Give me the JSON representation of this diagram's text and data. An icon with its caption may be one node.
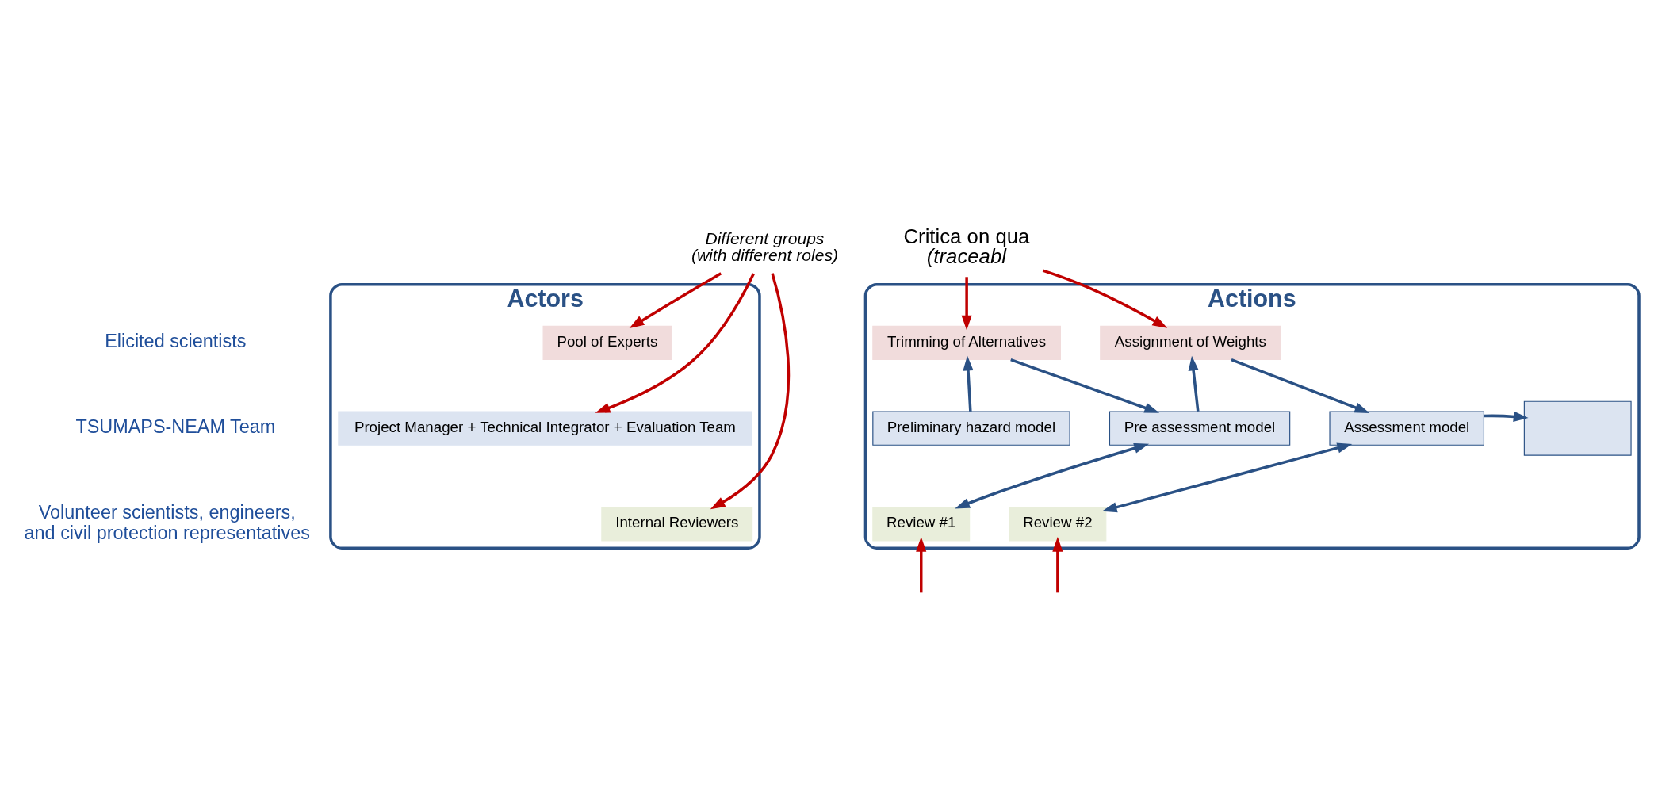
{
  "diagram": {
    "nodes": [
      {
        "text": [
          "Different groups",
          "(with different roles)"
        ]
      },
      {
        "text": [
          "Critica on qua",
          "(traceabl"
        ]
      },
      {
        "text": [
          "Actors"
        ]
      },
      {
        "text": [
          "Pool of Experts"
        ],
        "in": 2
      },
      {
        "text": [
          "Project Manager + Technical Integrator + Evaluation Team"
        ],
        "in": 2
      },
      {
        "text": [
          "Internal Reviewers"
        ],
        "in": 2
      },
      {
        "text": [
          "Actions"
        ]
      },
      {
        "text": [
          "Trimming of Alternatives"
        ],
        "in": 6
      },
      {
        "text": [
          "Assignment of Weights"
        ],
        "in": 6
      },
      {
        "text": [
          "Preliminary hazard model"
        ],
        "in": 6
      },
      {
        "text": [
          "Pre assessment model"
        ],
        "in": 6
      },
      {
        "text": [
          "Assessment model"
        ],
        "in": 6
      },
      {
        "text": [],
        "shape": "box",
        "in": 6
      },
      {
        "text": [
          "Review #1"
        ],
        "in": 6
      },
      {
        "text": [
          "Review #2"
        ],
        "in": 6
      }
    ],
    "edges": [
      {
        "from": 9,
        "to": 7,
        "arrow": "to"
      },
      {
        "from": 7,
        "to": 10,
        "arrow": "to"
      },
      {
        "from": 10,
        "to": 8,
        "arrow": "to"
      },
      {
        "from": 8,
        "to": 11,
        "arrow": "to"
      },
      {
        "from": 11,
        "to": 12,
        "arrow": "to"
      },
      {
        "from": 10,
        "to": 13,
        "arrow": "both"
      },
      {
        "from": 11,
        "to": 14,
        "arrow": "both"
      },
      {
        "from": 0,
        "to": 3,
        "arrow": "to",
        "color": "#c00000"
      },
      {
        "from": 0,
        "to": 4,
        "arrow": "to",
        "color": "#c00000"
      },
      {
        "from": 0,
        "to": 5,
        "arrow": "to",
        "color": "#c00000"
      },
      {
        "from": 1,
        "to": 7,
        "arrow": "to",
        "color": "#c00000"
      },
      {
        "from": 1,
        "to": 8,
        "arrow": "to",
        "color": "#c00000"
      },
      {
        "from": null,
        "to": 13,
        "arrow": "to",
        "color": "#c00000"
      },
      {
        "from": null,
        "to": 14,
        "arrow": "to",
        "color": "#c00000"
      }
    ],
    "labels": [
      "Elicited scientists",
      "TSUMAPS-NEAM Team",
      "Volunteer scientists, engineers, and civil protection representatives"
    ]
  }
}
